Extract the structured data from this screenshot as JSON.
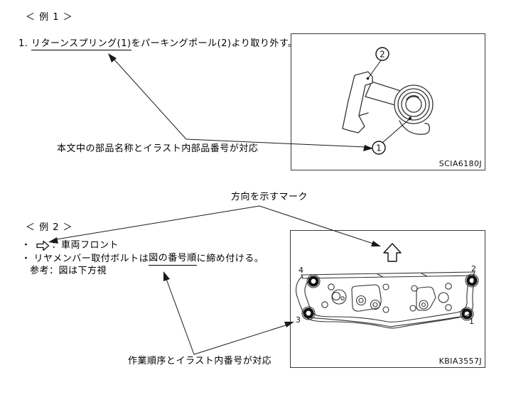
{
  "example1": {
    "heading": "＜ 例 1 ＞",
    "instruction": {
      "prefix": "1. ",
      "underlined": "リターンスプリング(1)",
      "rest": "をパーキングポール(2)より取り外す。"
    },
    "caption": "本文中の部品名称とイラスト内部品番号が対応",
    "figure": {
      "code": "SCIA6180J",
      "callouts": [
        "1",
        "2"
      ]
    }
  },
  "direction_caption": "方向を示すマーク",
  "example2": {
    "heading": "＜ 例 2 ＞",
    "bullet1": {
      "marker": "・",
      "icon": "front-direction-arrow",
      "text": "：車両フロント"
    },
    "bullet2": {
      "marker": "・",
      "prefix": "リヤメンバー取付ボルトは",
      "underlined": "図の番号順",
      "rest": "に締め付ける。"
    },
    "note": "参考：図は下方視",
    "caption": "作業順序とイラスト内番号が対応",
    "figure": {
      "code": "KBIA3557J",
      "numbers": [
        "1",
        "2",
        "3",
        "4"
      ]
    }
  },
  "colors": {
    "line": "#1a1a1a",
    "drawing": "#333333"
  }
}
